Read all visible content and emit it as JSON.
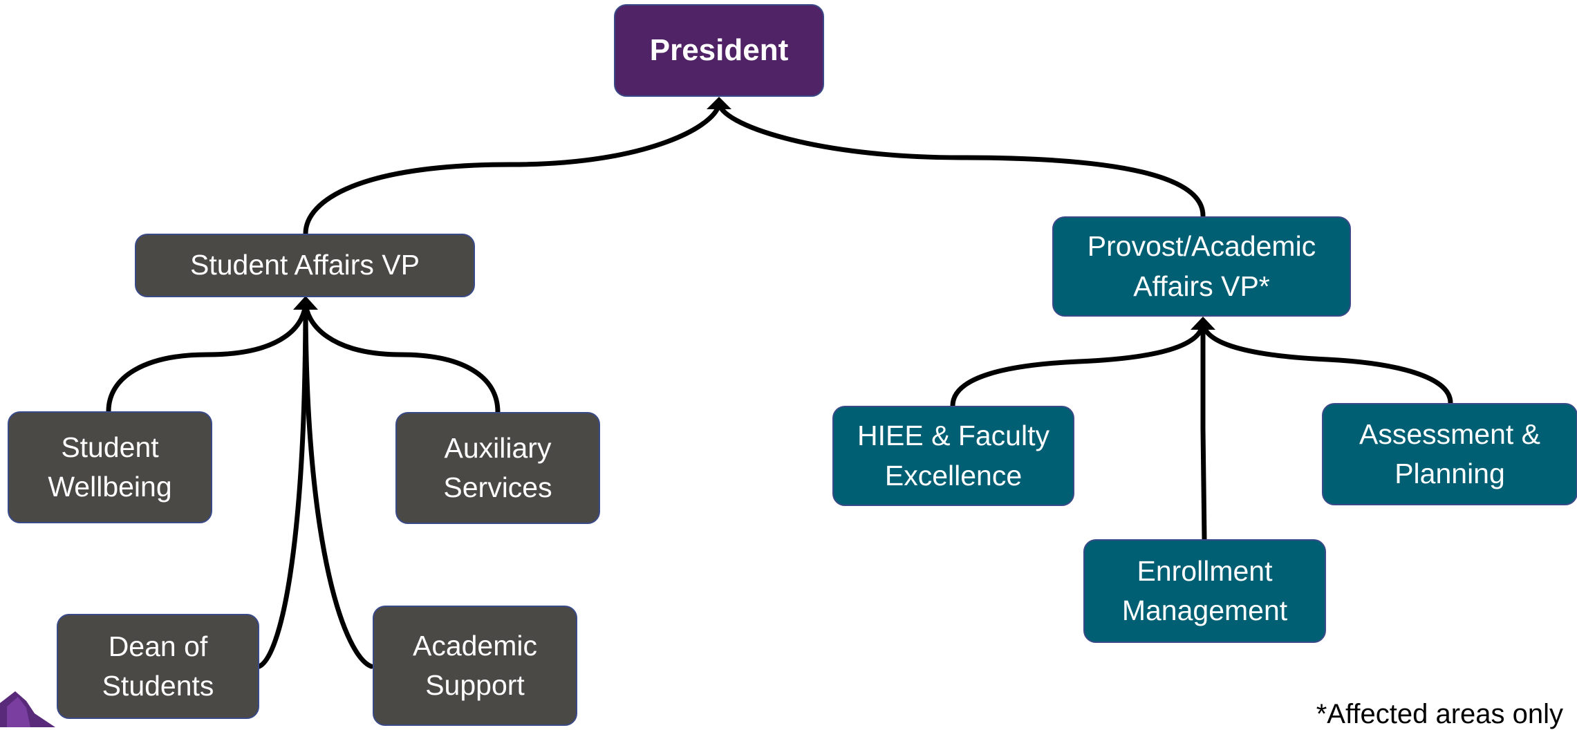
{
  "colors": {
    "president": "#4f2366",
    "student_affairs": "#4a4946",
    "academic_affairs": "#005f73",
    "connector": "#000000"
  },
  "nodes": {
    "president": "President",
    "student_affairs_vp": "Student Affairs VP",
    "provost_vp": "Provost/Academic\nAffairs VP*",
    "student_wellbeing": "Student\nWellbeing",
    "auxiliary_services": "Auxiliary\nServices",
    "dean_of_students": "Dean of\nStudents",
    "academic_support": "Academic\nSupport",
    "hiee_faculty": "HIEE & Faculty\nExcellence",
    "assessment_planning": "Assessment &\nPlanning",
    "enrollment_management": "Enrollment\nManagement"
  },
  "footnote": "*Affected areas only"
}
